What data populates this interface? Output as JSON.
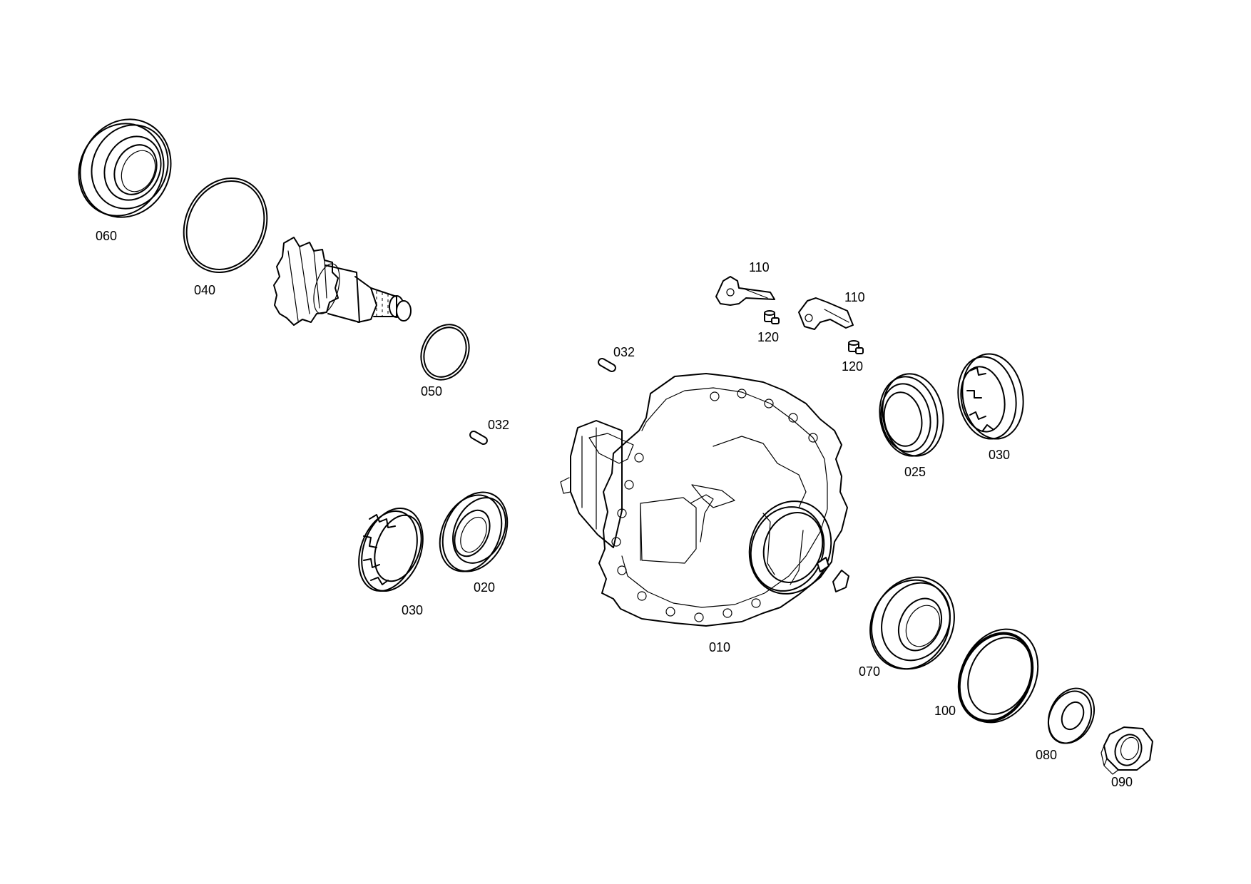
{
  "diagram": {
    "parts": [
      {
        "id": "p060",
        "label": "060",
        "name": "tapered-roller-bearing"
      },
      {
        "id": "p040",
        "label": "040",
        "name": "shim-ring"
      },
      {
        "id": "pgear",
        "label": "",
        "name": "drive-pinion"
      },
      {
        "id": "p050",
        "label": "050",
        "name": "o-ring"
      },
      {
        "id": "p032a",
        "label": "032",
        "name": "cylinder-pin"
      },
      {
        "id": "p032b",
        "label": "032",
        "name": "cylinder-pin"
      },
      {
        "id": "p030a",
        "label": "030",
        "name": "adjusting-nut"
      },
      {
        "id": "p020",
        "label": "020",
        "name": "tapered-roller-bearing"
      },
      {
        "id": "p010",
        "label": "010",
        "name": "axle-drive-housing"
      },
      {
        "id": "p110a",
        "label": "110",
        "name": "locking-plate"
      },
      {
        "id": "p110b",
        "label": "110",
        "name": "locking-plate"
      },
      {
        "id": "p120a",
        "label": "120",
        "name": "hexagon-screw"
      },
      {
        "id": "p120b",
        "label": "120",
        "name": "hexagon-screw"
      },
      {
        "id": "p025",
        "label": "025",
        "name": "tapered-roller-bearing"
      },
      {
        "id": "p030b",
        "label": "030",
        "name": "adjusting-nut"
      },
      {
        "id": "p070",
        "label": "070",
        "name": "tapered-roller-bearing"
      },
      {
        "id": "p100",
        "label": "100",
        "name": "shaft-seal"
      },
      {
        "id": "p080",
        "label": "080",
        "name": "washer"
      },
      {
        "id": "p090",
        "label": "090",
        "name": "hexagon-nut"
      }
    ]
  }
}
